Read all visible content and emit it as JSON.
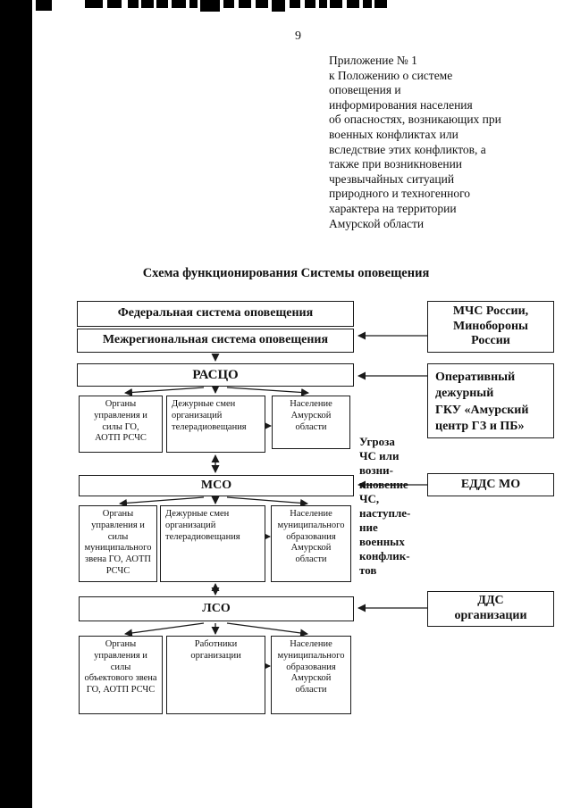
{
  "page": {
    "number": "9",
    "appendix_note": "Приложение № 1\nк Положению о системе\nоповещения и\nинформирования населения\nоб опасностях, возникающих при\nвоенных конфликтах или\nвследствие этих конфликтов, а\nтакже при возникновении\nчрезвычайных ситуаций\nприродного и техногенного\nхарактера на территории\nАмурской области",
    "title": "Схема функционирования Системы оповещения"
  },
  "flowchart": {
    "federal_system": "Федеральная система оповещения",
    "interregional_system": "Межрегиональная система оповещения",
    "rastso": "РАСЦО",
    "mchs": "МЧС России,\nМинобороны\nРоссии",
    "duty_officer": "Оперативный\nдежурный\nГКУ «Амурский\nцентр ГЗ и ПБ»",
    "row1": {
      "organs": "Органы\nуправления и\nсилы ГО,\nАОТП РСЧС",
      "duty_shifts": "Дежурные смен\nорганизаций\nтелерадиовещания",
      "population": "Население\nАмурской\nобласти"
    },
    "mso": "МСО",
    "edds": "ЕДДС МО",
    "threat_note": "Угроза\nЧС или\nвозни-\nкновение\nЧС,\nнаступле-\nние\nвоенных\nконфлик-\nтов",
    "row2": {
      "organs": "Органы\nуправления и\nсилы\nмуниципального\nзвена ГО,  АОТП\nРСЧС",
      "duty_shifts": "Дежурные смен\nорганизаций\nтелерадиовещания",
      "population": "Население\nмуниципального\nобразования\nАмурской\nобласти"
    },
    "lso": "ЛСО",
    "dds": "ДДС\nорганизации",
    "row3": {
      "organs": "Органы\nуправления и\nсилы\nобъектового звена\nГО,  АОТП РСЧС",
      "workers": "Работники\nорганизации",
      "population": "Население\nмуниципального\nобразования\nАмурской\nобласти"
    }
  }
}
